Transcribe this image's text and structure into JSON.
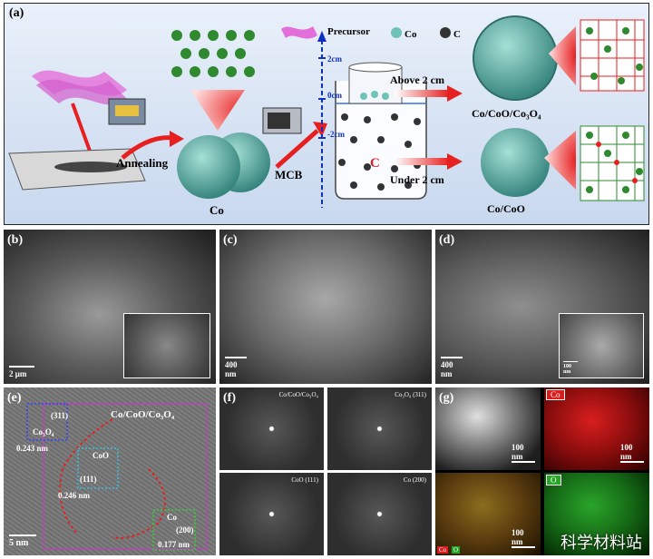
{
  "panels": {
    "a": {
      "label": "(a)",
      "legend": {
        "precursor": "Precursor",
        "co": "Co",
        "c": "C"
      },
      "steps": {
        "annealing": "Annealing",
        "mcb": "MCB"
      },
      "axis": {
        "plus2": "2cm",
        "zero": "0cm",
        "minus2": "-2cm"
      },
      "c_label": "C",
      "arrows": {
        "above": "Above 2 cm",
        "under": "Under 2 cm"
      },
      "products": {
        "co": "Co",
        "co_coo_co3o4": "Co/CoO/Co₃O₄",
        "co_coo": "Co/CoO"
      }
    },
    "b": {
      "label": "(b)",
      "scale": "2 μm"
    },
    "c": {
      "label": "(c)",
      "scale": "400 nm"
    },
    "d": {
      "label": "(d)",
      "scale": "400 nm",
      "inset_scale": "100 nm"
    },
    "e": {
      "label": "(e)",
      "title": "Co/CoO/Co₃O₄",
      "co3o4": {
        "plane": "(311)",
        "name": "Co₃O₄",
        "d": "0.243 nm"
      },
      "coo": {
        "name": "CoO",
        "plane": "(111)",
        "d": "0.246 nm"
      },
      "co": {
        "name": "Co",
        "plane": "(200)",
        "d": "0.177 nm"
      },
      "scale": "5 nm"
    },
    "f": {
      "label": "(f)",
      "titles": [
        "Co/CoO/Co₃O₄",
        "Co₃O₄ (311)",
        "CoO (111)",
        "Co (200)"
      ]
    },
    "g": {
      "label": "(g)",
      "maps": [
        "",
        "Co",
        "",
        "O"
      ],
      "scale": "100 nm",
      "legend_co": "Co",
      "legend_o": "O"
    }
  },
  "watermark": "科学材料站",
  "colors": {
    "co_map": "#d81e1e",
    "o_map": "#2aa52a",
    "sphere": "#6fc2b8"
  }
}
